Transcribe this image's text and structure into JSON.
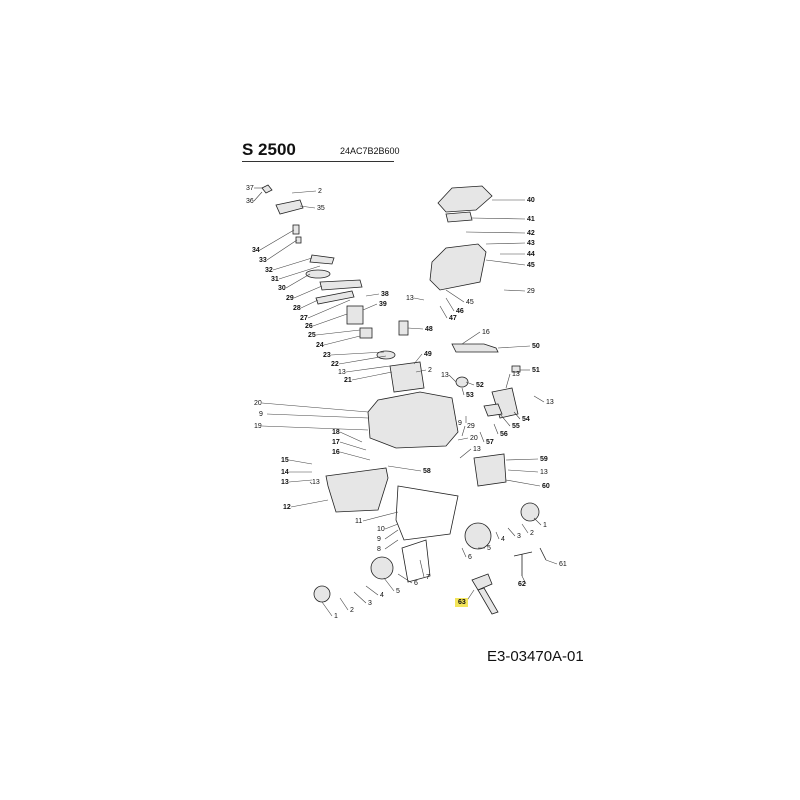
{
  "header": {
    "model": "S 2500",
    "part_code": "24AC7B2B600"
  },
  "footer": {
    "drawing_number": "E3-03470A-01"
  },
  "callouts": [
    {
      "n": "37"
    },
    {
      "n": "2"
    },
    {
      "n": "36"
    },
    {
      "n": "35"
    },
    {
      "n": "34"
    },
    {
      "n": "33"
    },
    {
      "n": "32"
    },
    {
      "n": "31"
    },
    {
      "n": "30"
    },
    {
      "n": "29"
    },
    {
      "n": "28"
    },
    {
      "n": "27"
    },
    {
      "n": "26"
    },
    {
      "n": "25"
    },
    {
      "n": "24"
    },
    {
      "n": "23"
    },
    {
      "n": "22"
    },
    {
      "n": "13"
    },
    {
      "n": "21"
    },
    {
      "n": "38"
    },
    {
      "n": "39"
    },
    {
      "n": "48"
    },
    {
      "n": "49"
    },
    {
      "n": "2"
    },
    {
      "n": "40"
    },
    {
      "n": "41"
    },
    {
      "n": "42"
    },
    {
      "n": "43"
    },
    {
      "n": "44"
    },
    {
      "n": "45"
    },
    {
      "n": "29"
    },
    {
      "n": "13"
    },
    {
      "n": "45"
    },
    {
      "n": "46"
    },
    {
      "n": "47"
    },
    {
      "n": "16"
    },
    {
      "n": "50"
    },
    {
      "n": "51"
    },
    {
      "n": "13"
    },
    {
      "n": "52"
    },
    {
      "n": "53"
    },
    {
      "n": "13"
    },
    {
      "n": "13"
    },
    {
      "n": "54"
    },
    {
      "n": "55"
    },
    {
      "n": "56"
    },
    {
      "n": "57"
    },
    {
      "n": "9"
    },
    {
      "n": "29"
    },
    {
      "n": "20"
    },
    {
      "n": "13"
    },
    {
      "n": "59"
    },
    {
      "n": "13"
    },
    {
      "n": "60"
    },
    {
      "n": "20"
    },
    {
      "n": "9"
    },
    {
      "n": "19"
    },
    {
      "n": "18"
    },
    {
      "n": "17"
    },
    {
      "n": "16"
    },
    {
      "n": "58"
    },
    {
      "n": "15"
    },
    {
      "n": "14"
    },
    {
      "n": "13"
    },
    {
      "n": "12"
    },
    {
      "n": "11"
    },
    {
      "n": "10"
    },
    {
      "n": "9"
    },
    {
      "n": "8"
    },
    {
      "n": "7"
    },
    {
      "n": "6"
    },
    {
      "n": "5"
    },
    {
      "n": "4"
    },
    {
      "n": "3"
    },
    {
      "n": "2"
    },
    {
      "n": "1"
    },
    {
      "n": "6"
    },
    {
      "n": "5"
    },
    {
      "n": "4"
    },
    {
      "n": "3"
    },
    {
      "n": "2"
    },
    {
      "n": "1"
    },
    {
      "n": "61"
    },
    {
      "n": "62"
    },
    {
      "n": "63"
    },
    {
      "n": "13"
    }
  ],
  "colors": {
    "line": "#222222",
    "part_fill": "#d9d9d9",
    "highlight": "#f3e55a"
  }
}
